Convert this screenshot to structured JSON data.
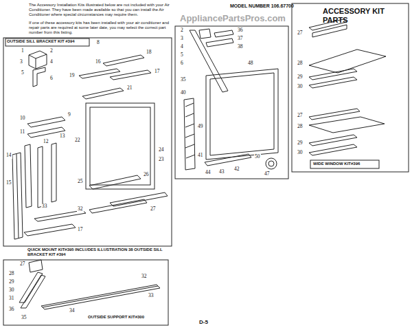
{
  "diagram": {
    "title": "ACCESSORY KIT PARTS",
    "labels": [
      "The Accessory Installation Kits illustrated below are not included with your Air Conditioner. They have been made available so that you can install the Air Conditioner where special circumstances may require them.",
      "If one of these accessory kits has been installed with your air conditioner and repair parts are required at some later date, you may select the correct part number from this listing.",
      "MODEL NUMBER 106.67700",
      "AppliancePartsPros.com",
      "OUTSIDE SILL BRACKET KIT #394",
      "QUICK MOUNT KIT#395 INCLUDES ILLUSTRATION 38 OUTSIDE SILL BRACKET KIT #394",
      "OUTSIDE SUPPORT KIT#300",
      "WIDE WINDOW KIT#396",
      "D-5",
      "8",
      "1",
      "2",
      "3",
      "4",
      "5",
      "6",
      "16",
      "18",
      "17",
      "19",
      "21",
      "9",
      "10",
      "11",
      "12",
      "13",
      "14",
      "15",
      "22",
      "24",
      "23",
      "25",
      "26",
      "32",
      "27",
      "33",
      "17",
      "2",
      "3",
      "4",
      "5",
      "6",
      "36",
      "37",
      "38",
      "35",
      "40",
      "48",
      "41",
      "49",
      "42",
      "43",
      "44",
      "50",
      "47",
      "27",
      "28",
      "29",
      "30",
      "27",
      "28",
      "29",
      "30",
      "27",
      "28",
      "29",
      "30",
      "31",
      "36",
      "35",
      "32",
      "33",
      "34"
    ]
  }
}
